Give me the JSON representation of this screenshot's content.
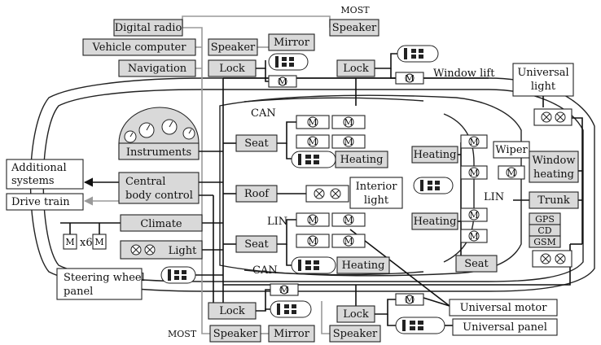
{
  "labels": {
    "digital_radio": "Digital radio",
    "vehicle_computer": "Vehicle computer",
    "navigation": "Navigation",
    "speaker": "Speaker",
    "mirror": "Mirror",
    "lock": "Lock",
    "most": "MOST",
    "window_lift": "Window lift",
    "universal_light_1": "Universal",
    "universal_light_2": "light",
    "can": "CAN",
    "lin": "LIN",
    "instruments": "Instruments",
    "seat": "Seat",
    "heating": "Heating",
    "additional_systems_1": "Additional",
    "additional_systems_2": "systems",
    "drive_train": "Drive train",
    "central_body_control_1": "Central",
    "central_body_control_2": "body control",
    "roof": "Roof",
    "interior_light_1": "Interior",
    "interior_light_2": "light",
    "wiper": "Wiper",
    "window_heating_1": "Window",
    "window_heating_2": "heating",
    "trunk": "Trunk",
    "climate": "Climate",
    "x6": "x6",
    "light": "Light",
    "gps": "GPS",
    "cd": "CD",
    "gsm": "GSM",
    "steering_wheel_panel_1": "Steering wheel",
    "steering_wheel_panel_2": "panel",
    "universal_motor": "Universal motor",
    "universal_panel": "Universal panel",
    "motor_symbol": "M"
  },
  "colors": {
    "box_fill": "#d9d9d9",
    "wire_black": "#111111",
    "wire_gray": "#9a9a9a"
  }
}
